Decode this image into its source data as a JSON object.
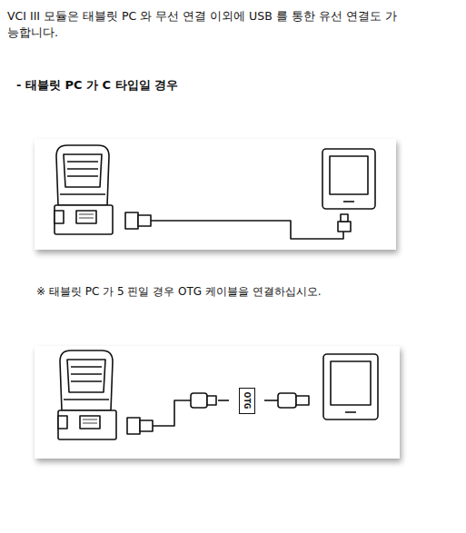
{
  "diagram": {
    "nodes": [
      {
        "text": [
          "OTG"
        ]
      }
    ],
    "edges": [],
    "labels": [
      "VCI III 모듈은 태블릿 PC 와 무선 연결 이외에 USB 를 통한 유선 연결도 가능합니다.",
      "- 태블릿 PC 가 C 타입일 경우",
      "※ 태블릿 PC 가 5 핀일 경우 OTG 케이블을 연결하십시오."
    ]
  }
}
